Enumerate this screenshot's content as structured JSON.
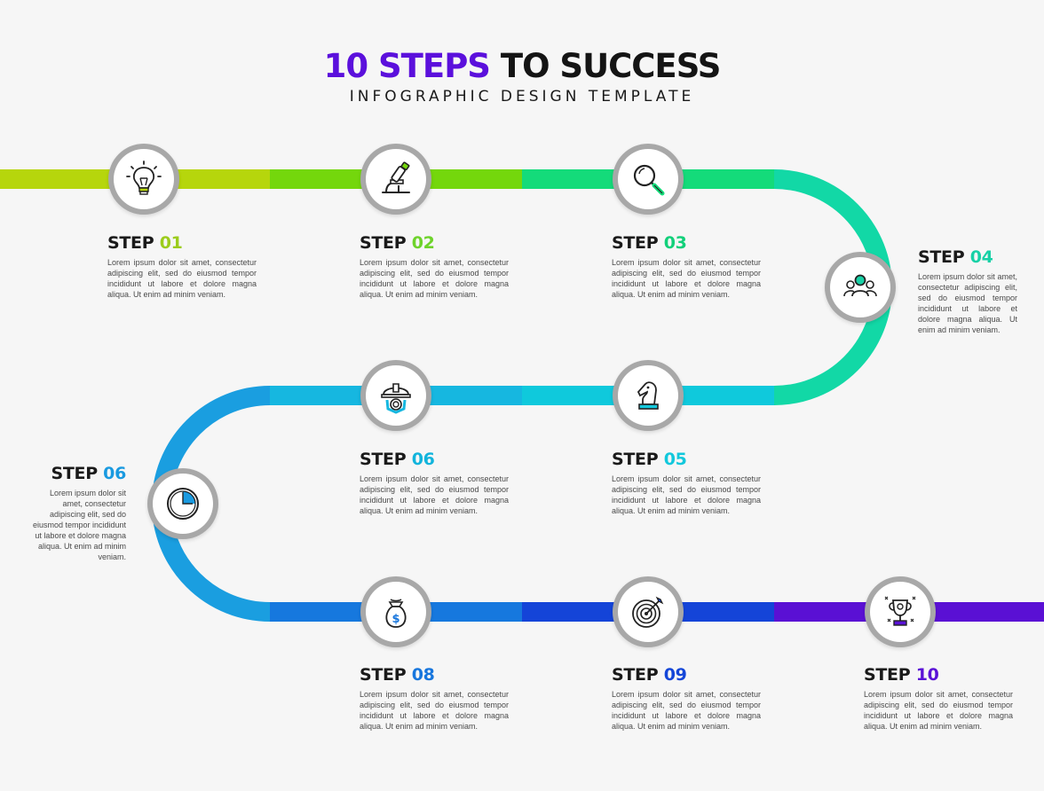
{
  "header": {
    "title_accent": "10 STEPS",
    "title_rest": "TO SUCCESS",
    "subtitle": "INFOGRAPHIC DESIGN TEMPLATE"
  },
  "description": "Lorem ipsum dolor sit amet, consectetur adipiscing elit, sed do eiusmod tempor incididunt ut labore et dolore magna aliqua. Ut enim ad minim veniam.",
  "steps": [
    {
      "word": "STEP",
      "number": "01",
      "color": "#9ccc1c",
      "icon": "lightbulb-icon"
    },
    {
      "word": "STEP",
      "number": "02",
      "color": "#6ed32b",
      "icon": "microscope-icon"
    },
    {
      "word": "STEP",
      "number": "03",
      "color": "#12d07a",
      "icon": "magnifier-icon"
    },
    {
      "word": "STEP",
      "number": "04",
      "color": "#17d1a6",
      "icon": "team-icon"
    },
    {
      "word": "STEP",
      "number": "05",
      "color": "#12c8dc",
      "icon": "chess-knight-icon"
    },
    {
      "word": "STEP",
      "number": "06",
      "color": "#12b4dc",
      "icon": "helmet-gear-icon"
    },
    {
      "word": "STEP",
      "number": "06",
      "color": "#1a9ae0",
      "icon": "clock-icon"
    },
    {
      "word": "STEP",
      "number": "08",
      "color": "#1776dd",
      "icon": "money-bag-icon"
    },
    {
      "word": "STEP",
      "number": "09",
      "color": "#1446d8",
      "icon": "target-icon"
    },
    {
      "word": "STEP",
      "number": "10",
      "color": "#5a12d6",
      "icon": "trophy-icon"
    }
  ],
  "path_colors": {
    "row1": [
      "#b6d60c",
      "#74d70c",
      "#14db7a",
      "#12d8a6"
    ],
    "row2": [
      "#12d0d2",
      "#0fc9dc",
      "#16b7e0",
      "#19a8e2"
    ],
    "curve_left": "#1a9ee0",
    "row3": [
      "#1a8ee0",
      "#1678de",
      "#1444d8",
      "#5a10d4"
    ]
  }
}
